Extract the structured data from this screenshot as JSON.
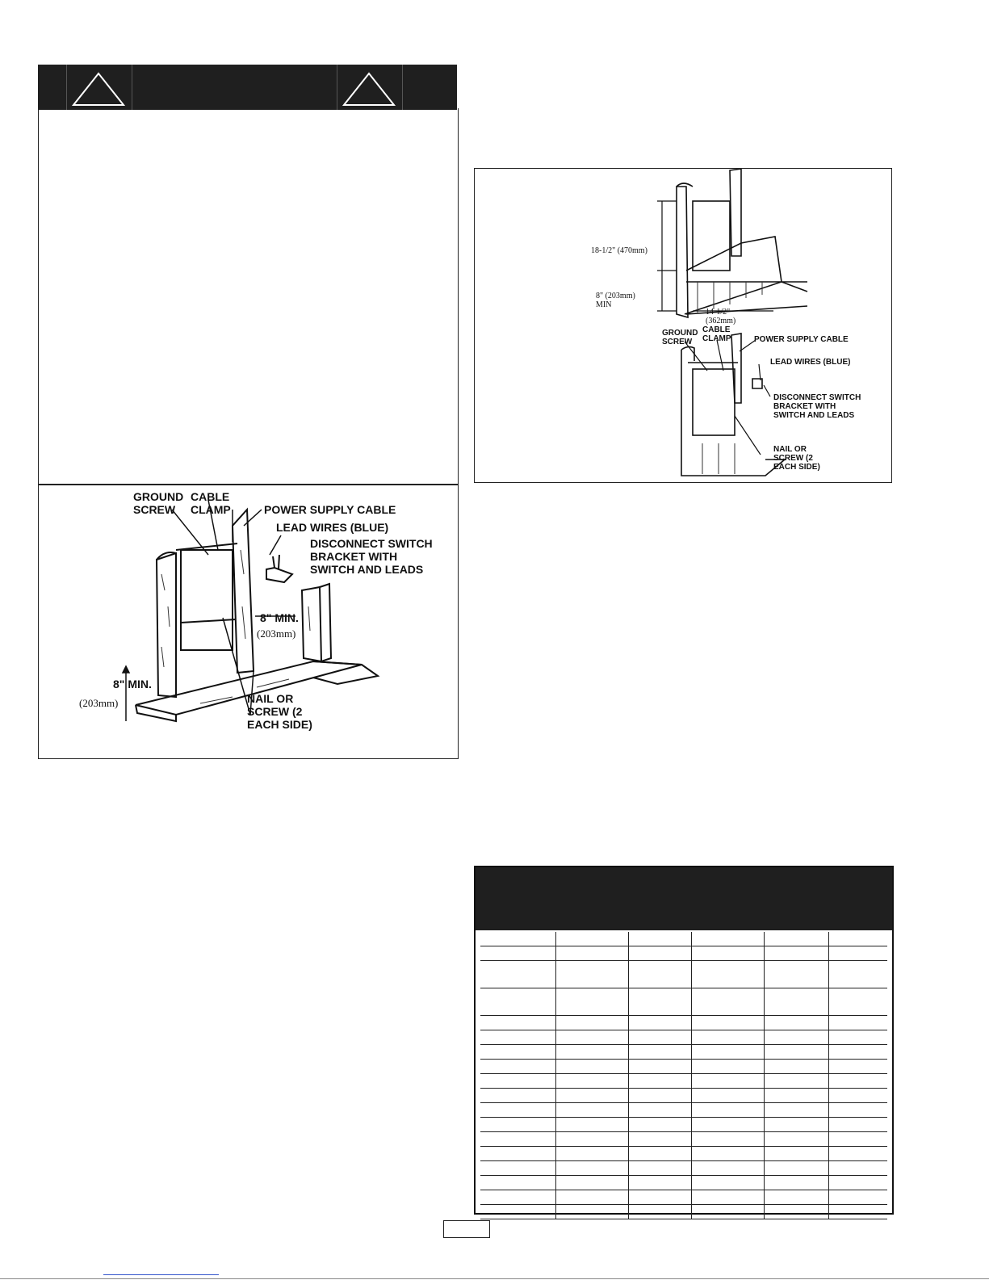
{
  "warning_banner": {
    "icon_left": "warning-triangle-icon",
    "icon_right": "warning-triangle-icon"
  },
  "figure_left": {
    "ground_screw": "GROUND\nSCREW",
    "cable_clamp": "CABLE\nCLAMP",
    "power_supply_cable": "POWER SUPPLY CABLE",
    "lead_wires": "LEAD WIRES (BLUE)",
    "disconnect_switch": "DISCONNECT SWITCH\nBRACKET WITH\nSWITCH AND LEADS",
    "min_upper": "8\" MIN.",
    "min_upper_mm": "(203mm)",
    "min_lower": "8\" MIN.",
    "min_lower_mm": "(203mm)",
    "nail_or_screw": "NAIL OR\nSCREW (2\nEACH SIDE)"
  },
  "figure_right": {
    "height_dim": "18-1/2\" (470mm)",
    "min_dim": "8\" (203mm)\nMIN",
    "width_dim": "14-1/2\"\n(362mm)",
    "ground_screw": "GROUND\nSCREW",
    "cable_clamp": "CABLE\nCLAMP",
    "power_supply_cable": "POWER SUPPLY CABLE",
    "lead_wires": "LEAD WIRES (BLUE)",
    "disconnect_switch": "DISCONNECT SWITCH\nBRACKET WITH\nSWITCH AND LEADS",
    "nail_or_screw": "NAIL OR\nSCREW (2\nEACH SIDE)"
  },
  "table": {
    "rows": 18,
    "columns": 6
  }
}
